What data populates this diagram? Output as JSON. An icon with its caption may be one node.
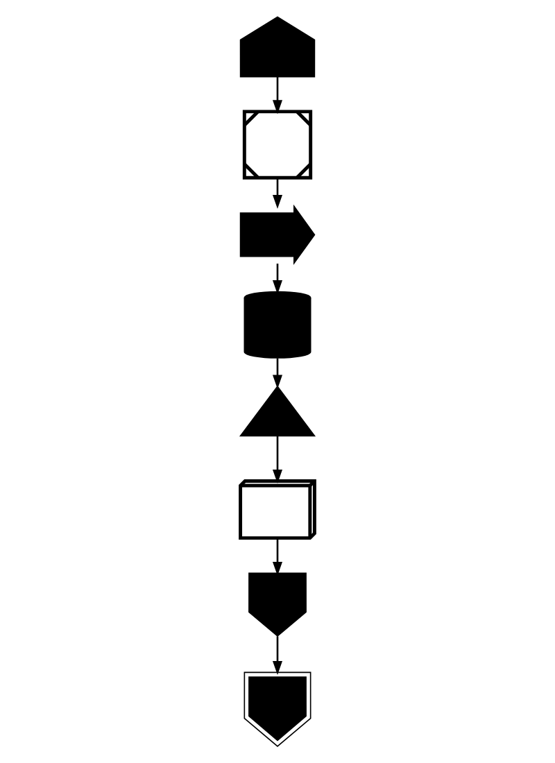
{
  "diagram": {
    "nodes": [
      {
        "text": [],
        "shape": "picture"
      },
      {
        "text": [],
        "shape": "picture"
      },
      {
        "text": [],
        "shape": "picture"
      },
      {
        "text": [],
        "shape": "picture"
      },
      {
        "text": [],
        "shape": "picture"
      },
      {
        "text": [],
        "shape": "picture"
      },
      {
        "text": [],
        "shape": "picture"
      },
      {
        "text": [],
        "shape": "picture"
      }
    ],
    "edges": [
      {
        "from": 0,
        "to": 1,
        "arrow": "to"
      },
      {
        "from": 1,
        "to": 2,
        "arrow": "to"
      },
      {
        "from": 2,
        "to": 3,
        "arrow": "to"
      },
      {
        "from": 3,
        "to": 4,
        "arrow": "to"
      },
      {
        "from": 4,
        "to": 5,
        "arrow": "to"
      },
      {
        "from": 5,
        "to": 6,
        "arrow": "to"
      },
      {
        "from": 6,
        "to": 7,
        "arrow": "to"
      }
    ]
  }
}
